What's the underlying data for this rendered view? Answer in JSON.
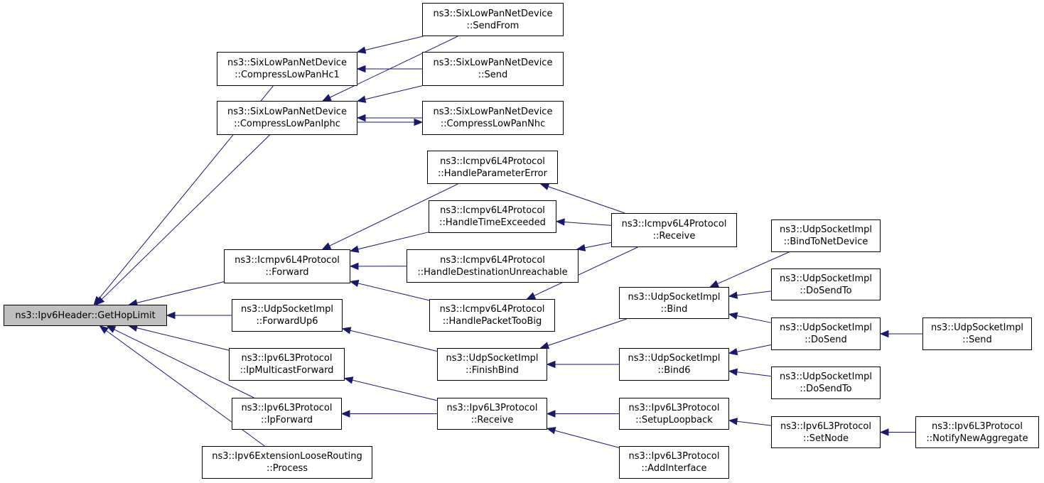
{
  "colors": {
    "edge": "#191970",
    "border": "#000000",
    "root_fill": "#bfbfbf",
    "node_fill": "#ffffff"
  },
  "nodes": {
    "root": {
      "l1": "ns3::Ipv6Header::GetHopLimit"
    },
    "compress_hc1": {
      "l1": "ns3::SixLowPanNetDevice",
      "l2": "::CompressLowPanHc1"
    },
    "compress_iphc": {
      "l1": "ns3::SixLowPanNetDevice",
      "l2": "::CompressLowPanIphc"
    },
    "icmp_forward": {
      "l1": "ns3::Icmpv6L4Protocol",
      "l2": "::Forward"
    },
    "udp_forwardup6": {
      "l1": "ns3::UdpSocketImpl",
      "l2": "::ForwardUp6"
    },
    "ipv6l3_mcast": {
      "l1": "ns3::Ipv6L3Protocol",
      "l2": "::IpMulticastForward"
    },
    "ipv6l3_ipfwd": {
      "l1": "ns3::Ipv6L3Protocol",
      "l2": "::IpForward"
    },
    "ext_loose": {
      "l1": "ns3::Ipv6ExtensionLooseRouting",
      "l2": "::Process"
    },
    "send_from": {
      "l1": "ns3::SixLowPanNetDevice",
      "l2": "::SendFrom"
    },
    "send": {
      "l1": "ns3::SixLowPanNetDevice",
      "l2": "::Send"
    },
    "compress_nhc": {
      "l1": "ns3::SixLowPanNetDevice",
      "l2": "::CompressLowPanNhc"
    },
    "icmp_param": {
      "l1": "ns3::Icmpv6L4Protocol",
      "l2": "::HandleParameterError"
    },
    "icmp_time": {
      "l1": "ns3::Icmpv6L4Protocol",
      "l2": "::HandleTimeExceeded"
    },
    "icmp_dest": {
      "l1": "ns3::Icmpv6L4Protocol",
      "l2": "::HandleDestinationUnreachable"
    },
    "icmp_toobig": {
      "l1": "ns3::Icmpv6L4Protocol",
      "l2": "::HandlePacketTooBig"
    },
    "udp_finishbind": {
      "l1": "ns3::UdpSocketImpl",
      "l2": "::FinishBind"
    },
    "ipv6l3_receive": {
      "l1": "ns3::Ipv6L3Protocol",
      "l2": "::Receive"
    },
    "icmp_receive": {
      "l1": "ns3::Icmpv6L4Protocol",
      "l2": "::Receive"
    },
    "udp_bind": {
      "l1": "ns3::UdpSocketImpl",
      "l2": "::Bind"
    },
    "udp_bind6": {
      "l1": "ns3::UdpSocketImpl",
      "l2": "::Bind6"
    },
    "ipv6l3_setuploop": {
      "l1": "ns3::Ipv6L3Protocol",
      "l2": "::SetupLoopback"
    },
    "ipv6l3_addif": {
      "l1": "ns3::Ipv6L3Protocol",
      "l2": "::AddInterface"
    },
    "udp_bindnetdev": {
      "l1": "ns3::UdpSocketImpl",
      "l2": "::BindToNetDevice"
    },
    "udp_dosendto1": {
      "l1": "ns3::UdpSocketImpl",
      "l2": "::DoSendTo"
    },
    "udp_dosend": {
      "l1": "ns3::UdpSocketImpl",
      "l2": "::DoSend"
    },
    "udp_dosendto2": {
      "l1": "ns3::UdpSocketImpl",
      "l2": "::DoSendTo"
    },
    "ipv6l3_setnode": {
      "l1": "ns3::Ipv6L3Protocol",
      "l2": "::SetNode"
    },
    "udp_send": {
      "l1": "ns3::UdpSocketImpl",
      "l2": "::Send"
    },
    "ipv6l3_notify": {
      "l1": "ns3::Ipv6L3Protocol",
      "l2": "::NotifyNewAggregate"
    }
  },
  "edges": [
    [
      "compress_hc1",
      "root"
    ],
    [
      "compress_iphc",
      "root"
    ],
    [
      "icmp_forward",
      "root"
    ],
    [
      "udp_forwardup6",
      "root"
    ],
    [
      "ipv6l3_mcast",
      "root"
    ],
    [
      "ipv6l3_ipfwd",
      "root"
    ],
    [
      "ext_loose",
      "root"
    ],
    [
      "send_from",
      "compress_hc1"
    ],
    [
      "send",
      "compress_hc1"
    ],
    [
      "send_from",
      "compress_iphc"
    ],
    [
      "send",
      "compress_iphc"
    ],
    [
      "compress_nhc",
      "compress_iphc"
    ],
    [
      "compress_iphc",
      "compress_nhc"
    ],
    [
      "icmp_param",
      "icmp_forward"
    ],
    [
      "icmp_time",
      "icmp_forward"
    ],
    [
      "icmp_dest",
      "icmp_forward"
    ],
    [
      "icmp_toobig",
      "icmp_forward"
    ],
    [
      "icmp_receive",
      "icmp_param"
    ],
    [
      "icmp_receive",
      "icmp_time"
    ],
    [
      "icmp_receive",
      "icmp_dest"
    ],
    [
      "icmp_receive",
      "icmp_toobig"
    ],
    [
      "udp_finishbind",
      "udp_forwardup6"
    ],
    [
      "ipv6l3_receive",
      "ipv6l3_mcast"
    ],
    [
      "ipv6l3_receive",
      "ipv6l3_ipfwd"
    ],
    [
      "udp_bind",
      "udp_finishbind"
    ],
    [
      "udp_bind6",
      "udp_finishbind"
    ],
    [
      "ipv6l3_setuploop",
      "ipv6l3_receive"
    ],
    [
      "ipv6l3_addif",
      "ipv6l3_receive"
    ],
    [
      "udp_bindnetdev",
      "udp_bind"
    ],
    [
      "udp_dosendto1",
      "udp_bind"
    ],
    [
      "udp_dosend",
      "udp_bind"
    ],
    [
      "udp_dosend",
      "udp_bind6"
    ],
    [
      "udp_dosendto2",
      "udp_bind6"
    ],
    [
      "udp_send",
      "udp_dosend"
    ],
    [
      "ipv6l3_setnode",
      "ipv6l3_setuploop"
    ],
    [
      "ipv6l3_notify",
      "ipv6l3_setnode"
    ]
  ]
}
